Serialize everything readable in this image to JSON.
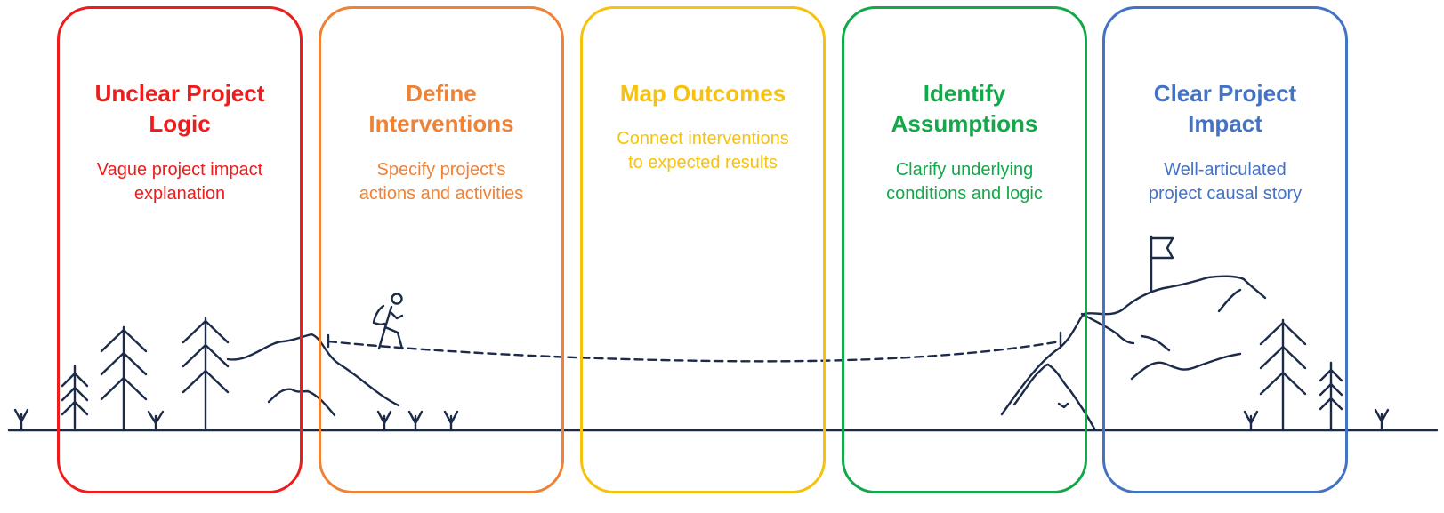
{
  "stages": [
    {
      "title_line1": "Unclear Project",
      "title_line2": "Logic",
      "desc_line1": "Vague project impact",
      "desc_line2": "explanation",
      "color": "#ef1c1c"
    },
    {
      "title_line1": "Define",
      "title_line2": "Interventions",
      "desc_line1": "Specify project's",
      "desc_line2": "actions and activities",
      "color": "#ee8236"
    },
    {
      "title_line1": "Map Outcomes",
      "title_line2": "",
      "desc_line1": "Connect interventions",
      "desc_line2": "to expected results",
      "color": "#f7c20e"
    },
    {
      "title_line1": "Identify",
      "title_line2": "Assumptions",
      "desc_line1": "Clarify underlying",
      "desc_line2": "conditions and logic",
      "color": "#13a84a"
    },
    {
      "title_line1": "Clear Project",
      "title_line2": "Impact",
      "desc_line1": "Well-articulated",
      "desc_line2": "project causal story",
      "color": "#4472c4"
    }
  ],
  "illustration": {
    "line_color": "#1c2b4a",
    "icons": [
      "tree-icon",
      "hiker-icon",
      "mountain-icon",
      "flag-icon",
      "grass-icon"
    ]
  }
}
